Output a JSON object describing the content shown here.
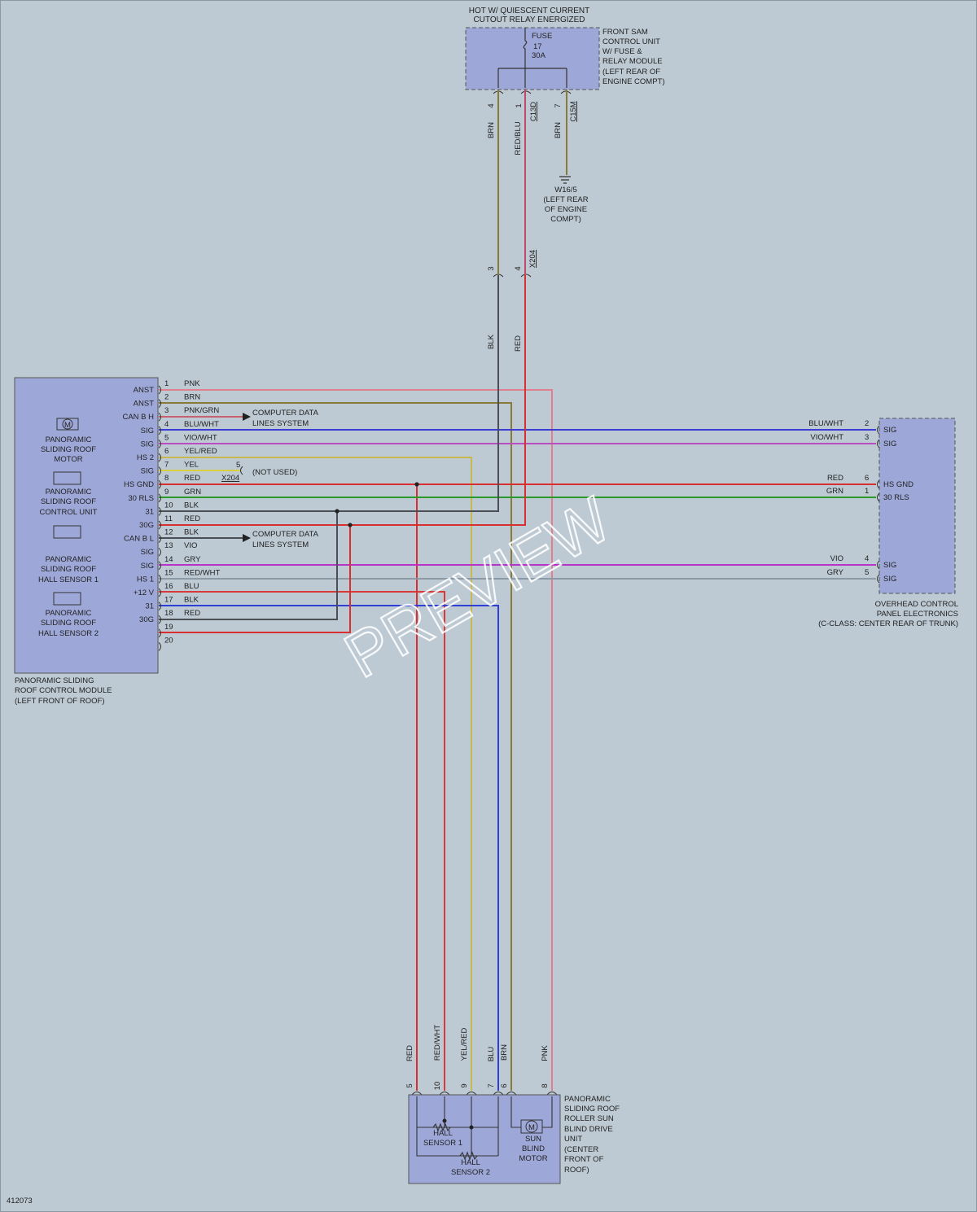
{
  "header": {
    "hot_line1": "HOT W/ QUIESCENT CURRENT",
    "hot_line2": "CUTOUT RELAY ENERGIZED"
  },
  "fuse": {
    "label": "FUSE",
    "number": "17",
    "rating": "30A"
  },
  "sam": {
    "lines": [
      "FRONT SAM",
      "CONTROL UNIT",
      "W/ FUSE &",
      "RELAY MODULE",
      "(LEFT REAR OF",
      "ENGINE COMPT)"
    ],
    "pins": [
      "4",
      "1",
      "7"
    ],
    "wires": [
      "BRN",
      "RED/BLU",
      "BRN"
    ],
    "connectors": [
      "C13D",
      "C15M"
    ]
  },
  "ground": {
    "id": "W16/5",
    "lines": [
      "(LEFT REAR",
      "OF ENGINE",
      "COMPT)"
    ]
  },
  "x204_top": {
    "pins": [
      "3",
      "4"
    ],
    "label": "X204",
    "wires": [
      "BLK",
      "RED"
    ]
  },
  "module": {
    "components": [
      [
        "PANORAMIC",
        "SLIDING ROOF",
        "MOTOR"
      ],
      [
        "PANORAMIC",
        "SLIDING ROOF",
        "CONTROL UNIT"
      ],
      [
        "PANORAMIC",
        "SLIDING ROOF",
        "HALL SENSOR 1"
      ],
      [
        "PANORAMIC",
        "SLIDING ROOF",
        "HALL SENSOR 2"
      ]
    ],
    "motor_icon": "M",
    "caption": [
      "PANORAMIC SLIDING",
      "ROOF CONTROL MODULE",
      "(LEFT FRONT OF ROOF)"
    ],
    "pins": [
      {
        "num": "1",
        "func": "ANST",
        "wire": "PNK",
        "color": "#e0808e"
      },
      {
        "num": "2",
        "func": "ANST",
        "wire": "BRN",
        "color": "#8a7a3a"
      },
      {
        "num": "3",
        "func": "CAN B H",
        "wire": "PNK/GRN",
        "color": "#c86070"
      },
      {
        "num": "4",
        "func": "SIG",
        "wire": "BLU/WHT",
        "color": "#3d3dd6"
      },
      {
        "num": "5",
        "func": "SIG",
        "wire": "VIO/WHT",
        "color": "#b84ec0"
      },
      {
        "num": "6",
        "func": "HS 2",
        "wire": "YEL/RED",
        "color": "#c8b850"
      },
      {
        "num": "7",
        "func": "SIG",
        "wire": "YEL",
        "color": "#d8d040"
      },
      {
        "num": "8",
        "func": "HS GND",
        "wire": "RED",
        "color": "#d83030"
      },
      {
        "num": "9",
        "func": "30 RLS",
        "wire": "GRN",
        "color": "#2a9a2a"
      },
      {
        "num": "10",
        "func": "31",
        "wire": "BLK",
        "color": "#4a4f55"
      },
      {
        "num": "11",
        "func": "30G",
        "wire": "RED",
        "color": "#d83030"
      },
      {
        "num": "12",
        "func": "CAN B L",
        "wire": "BLK",
        "color": "#4a4f55"
      },
      {
        "num": "13",
        "func": "SIG",
        "wire": "VIO",
        "color": "#b833c8"
      },
      {
        "num": "14",
        "func": "SIG",
        "wire": "GRY",
        "color": "#8c9aa6"
      },
      {
        "num": "15",
        "func": "HS 1",
        "wire": "RED/WHT",
        "color": "#d83a3a"
      },
      {
        "num": "16",
        "func": "+12 V",
        "wire": "BLU",
        "color": "#2f3fd6"
      },
      {
        "num": "17",
        "func": "31",
        "wire": "BLK",
        "color": "#4a4f55"
      },
      {
        "num": "18",
        "func": "30G",
        "wire": "RED",
        "color": "#d83030"
      },
      {
        "num": "19",
        "func": "",
        "wire": "",
        "color": ""
      },
      {
        "num": "20",
        "func": "",
        "wire": "",
        "color": ""
      }
    ]
  },
  "data_lines": {
    "line1": "COMPUTER DATA",
    "line2": "LINES SYSTEM"
  },
  "not_used": {
    "pin": "5",
    "connector": "X204",
    "text": "(NOT USED)"
  },
  "overhead": {
    "pins": [
      {
        "num": "2",
        "func": "SIG",
        "wire": "BLU/WHT"
      },
      {
        "num": "3",
        "func": "SIG",
        "wire": "VIO/WHT"
      },
      {
        "num": "6",
        "func": "HS GND",
        "wire": "RED"
      },
      {
        "num": "1",
        "func": "30 RLS",
        "wire": "GRN"
      },
      {
        "num": "4",
        "func": "SIG",
        "wire": "VIO"
      },
      {
        "num": "5",
        "func": "SIG",
        "wire": "GRY"
      }
    ],
    "caption": [
      "OVERHEAD CONTROL",
      "PANEL ELECTRONICS",
      "(C-CLASS: CENTER REAR OF TRUNK)"
    ]
  },
  "drive_unit": {
    "wires": [
      "RED",
      "RED/WHT",
      "YEL/RED",
      "BLU",
      "BRN",
      "PNK"
    ],
    "pins": [
      "5",
      "10",
      "9",
      "7",
      "6",
      "8"
    ],
    "hall1": [
      "HALL",
      "SENSOR 1"
    ],
    "hall2": [
      "HALL",
      "SENSOR 2"
    ],
    "motor": [
      "SUN",
      "BLIND",
      "MOTOR"
    ],
    "motor_icon": "M",
    "caption": [
      "PANORAMIC",
      "SLIDING ROOF",
      "ROLLER SUN",
      "BLIND DRIVE",
      "UNIT",
      "(CENTER",
      "FRONT OF",
      "ROOF)"
    ]
  },
  "figure_id": "412073",
  "watermark": "PREVIEW"
}
